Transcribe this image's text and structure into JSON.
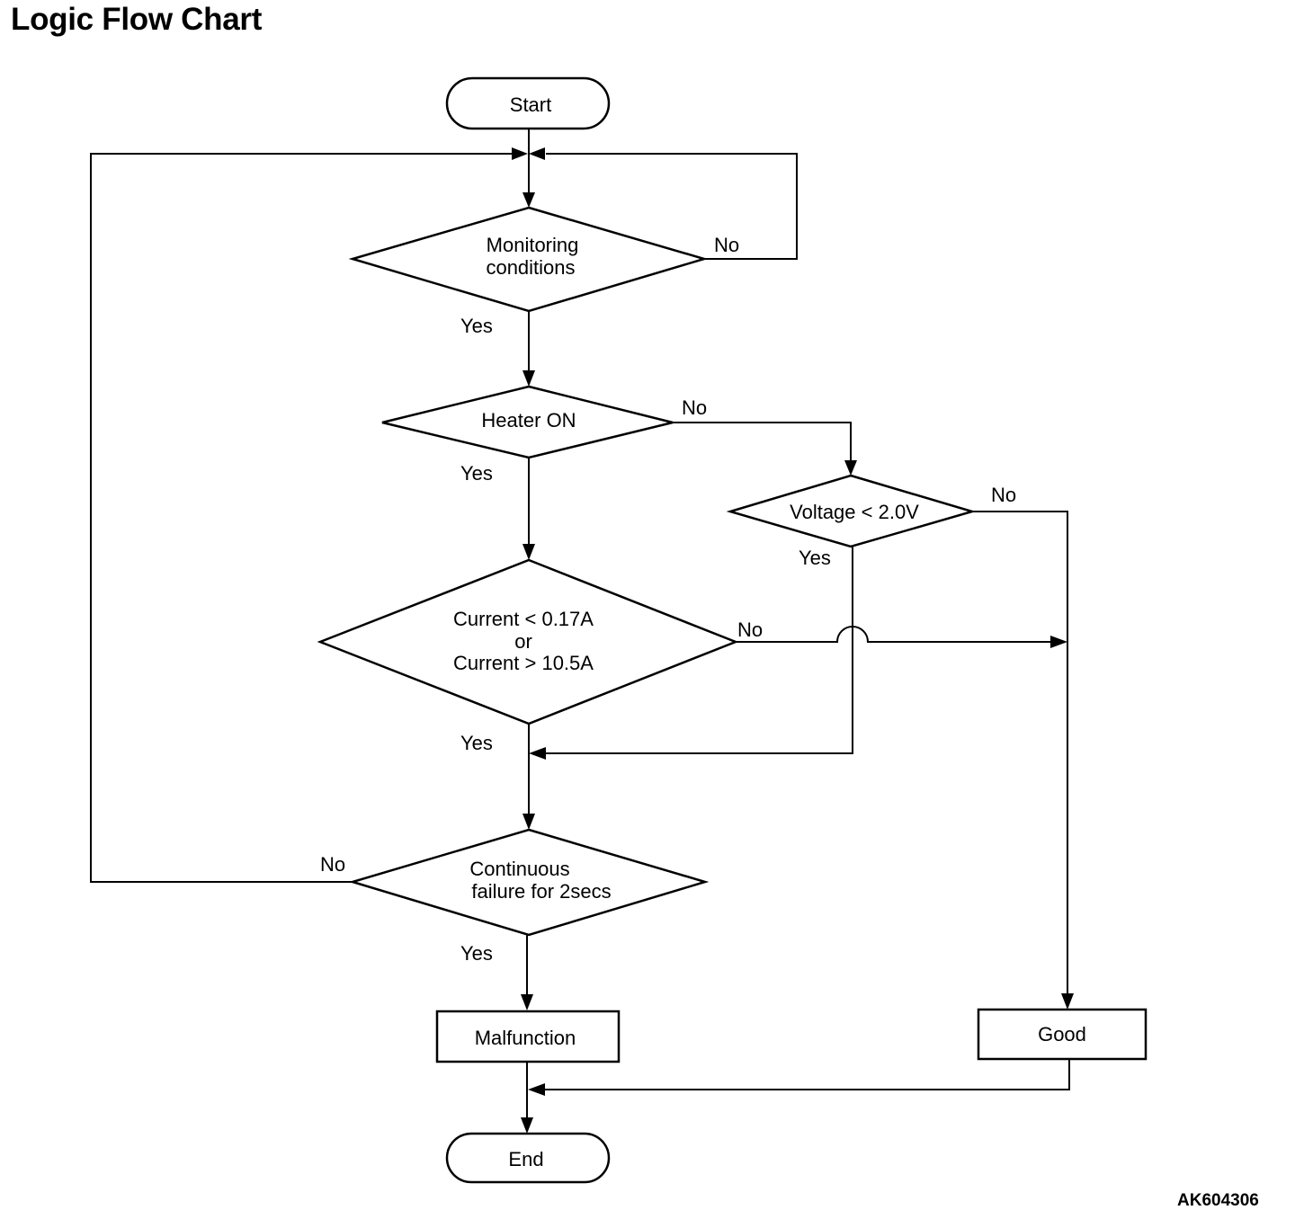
{
  "header": {
    "title": "Logic Flow Chart",
    "reference": "AK604306"
  },
  "nodes": {
    "start": {
      "label": "Start"
    },
    "monitoring": {
      "line1": "Monitoring",
      "line2": "conditions"
    },
    "heater": {
      "label": "Heater ON"
    },
    "voltage": {
      "label": "Voltage < 2.0V"
    },
    "current": {
      "line1": "Current < 0.17A",
      "line2": "or",
      "line3": "Current > 10.5A"
    },
    "continuous": {
      "line1": "Continuous",
      "line2": "failure for 2secs"
    },
    "malfunction": {
      "label": "Malfunction"
    },
    "good": {
      "label": "Good"
    },
    "end": {
      "label": "End"
    }
  },
  "edges": {
    "monitoring_no": "No",
    "monitoring_yes": "Yes",
    "heater_no": "No",
    "heater_yes": "Yes",
    "voltage_no": "No",
    "voltage_yes": "Yes",
    "current_no": "No",
    "current_yes": "Yes",
    "continuous_no": "No",
    "continuous_yes": "Yes"
  }
}
